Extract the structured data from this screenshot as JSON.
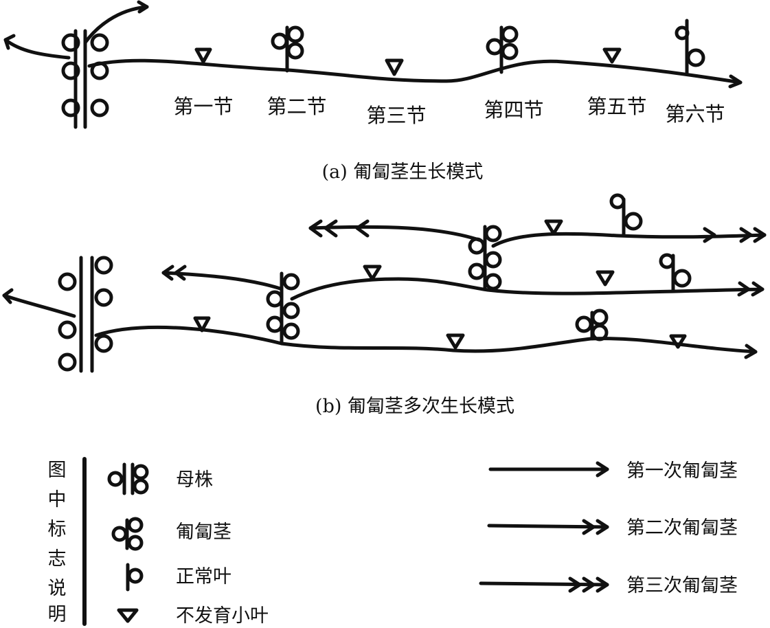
{
  "panel_a": {
    "node_labels": [
      "第一节",
      "第二节",
      "第三节",
      "第四节",
      "第五节",
      "第六节"
    ],
    "caption": "(a) 匍匐茎生长模式"
  },
  "panel_b": {
    "caption": "(b) 匍匐茎多次生长模式"
  },
  "legend": {
    "title_chars": [
      "图",
      "中",
      "标",
      "志",
      "说",
      "明"
    ],
    "symbols": [
      {
        "icon": "mother-plant-icon",
        "label": "母株"
      },
      {
        "icon": "stolon-icon",
        "label": "匍匐茎"
      },
      {
        "icon": "normal-leaf-icon",
        "label": "正常叶"
      },
      {
        "icon": "abortive-leaflet-icon",
        "label": "不发育小叶"
      }
    ],
    "arrows": [
      {
        "icon": "single-arrow-icon",
        "label": "第一次匍匐茎"
      },
      {
        "icon": "double-arrow-icon",
        "label": "第二次匍匐茎"
      },
      {
        "icon": "triple-arrow-icon",
        "label": "第三次匍匐茎"
      }
    ]
  },
  "colors": {
    "ink": "#111111",
    "background": "#ffffff"
  }
}
